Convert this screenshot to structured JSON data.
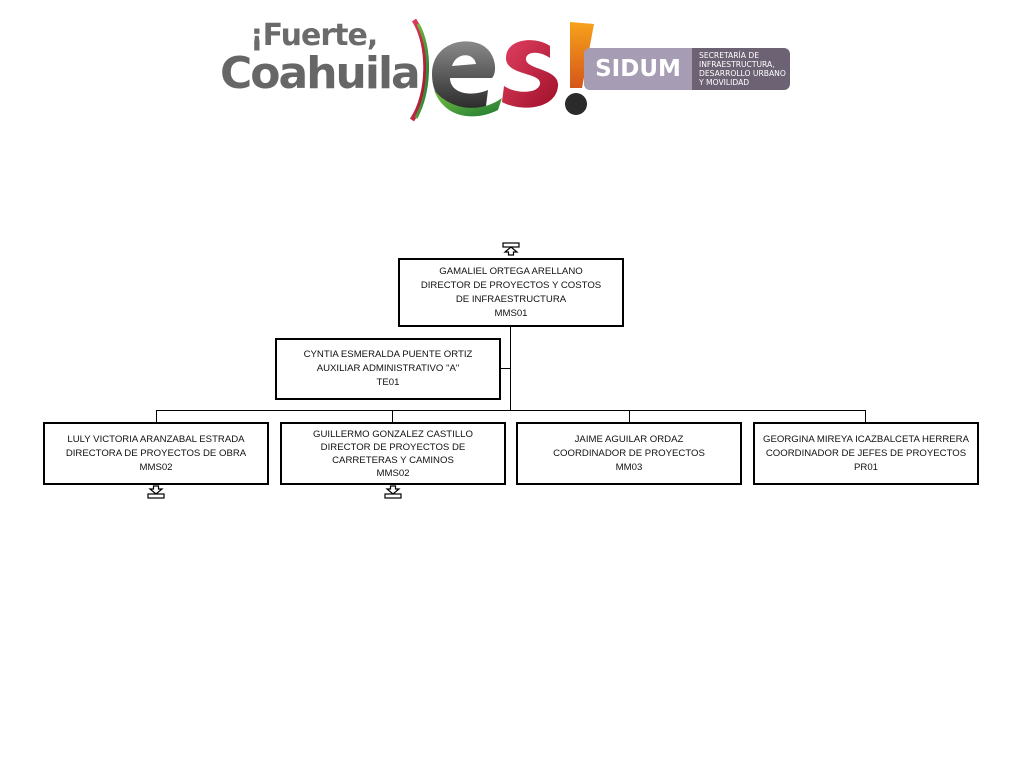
{
  "logo": {
    "fuerte": "¡Fuerte,",
    "coahuila": "Coahuila",
    "es": "es!",
    "sidum": "SIDUM",
    "sidum_lines": [
      "SECRETARÍA DE",
      "INFRAESTRUCTURA,",
      "DESARROLLO URBANO",
      "Y MOVILIDAD"
    ]
  },
  "org": {
    "root": {
      "name": "GAMALIEL ORTEGA ARELLANO",
      "title": "DIRECTOR DE PROYECTOS Y COSTOS DE INFRAESTRUCTURA",
      "code": "MMS01"
    },
    "assistant": {
      "name": "CYNTIA ESMERALDA PUENTE ORTIZ",
      "title": "AUXILIAR ADMINISTRATIVO \"A\"",
      "code": "TE01"
    },
    "children": [
      {
        "name": "LULY VICTORIA ARANZABAL ESTRADA",
        "title": "DIRECTORA DE PROYECTOS DE OBRA",
        "code": "MMS02"
      },
      {
        "name": "GUILLERMO GONZALEZ CASTILLO",
        "title": "DIRECTOR DE PROYECTOS DE CARRETERAS Y CAMINOS",
        "code": "MMS02"
      },
      {
        "name": "JAIME AGUILAR ORDAZ",
        "title": "COORDINADOR DE PROYECTOS",
        "code": "MM03"
      },
      {
        "name": "GEORGINA MIREYA ICAZBALCETA HERRERA",
        "title": "COORDINADOR DE JEFES DE PROYECTOS",
        "code": "PR01"
      }
    ]
  },
  "icons": {
    "up": "expand-up-icon",
    "down": "expand-down-icon"
  }
}
